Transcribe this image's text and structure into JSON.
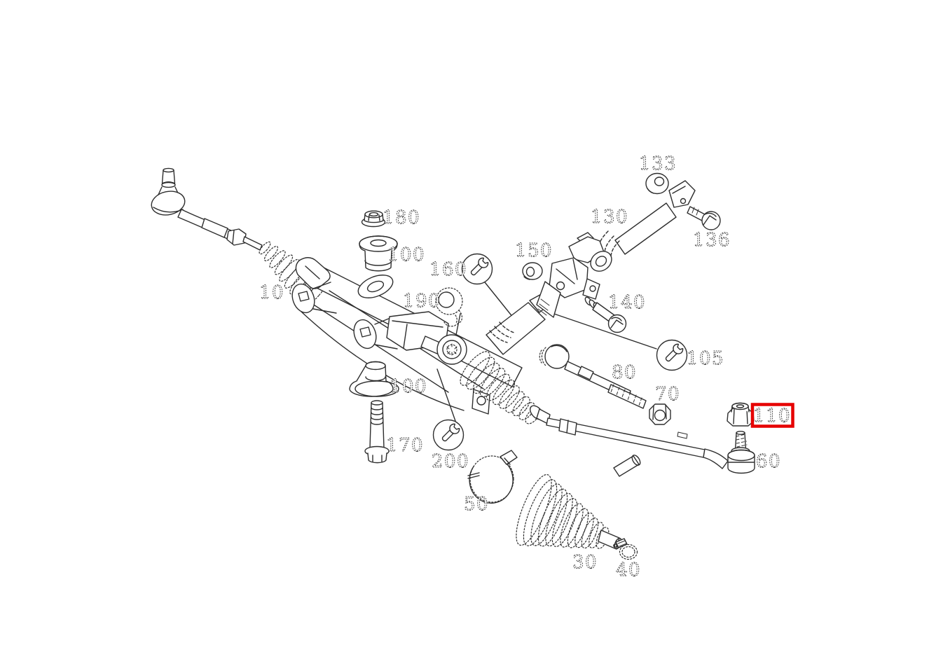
{
  "diagram": {
    "type": "exploded-parts-diagram",
    "background_color": "#ffffff",
    "line_color": "#2e2e2e",
    "highlight_color": "#e60000",
    "highlighted_part": "110",
    "callout_symbols": [
      {
        "icon": "wrench-in-circle-icon",
        "attached_to_label": "160"
      },
      {
        "icon": "wrench-in-circle-icon",
        "attached_to_label": "105"
      },
      {
        "icon": "wrench-in-circle-icon",
        "attached_to_label": "200"
      }
    ],
    "labels": [
      {
        "text": "10"
      },
      {
        "text": "30"
      },
      {
        "text": "40"
      },
      {
        "text": "50"
      },
      {
        "text": "60"
      },
      {
        "text": "70"
      },
      {
        "text": "80"
      },
      {
        "text": "100"
      },
      {
        "text": "100"
      },
      {
        "text": "105"
      },
      {
        "text": "110"
      },
      {
        "text": "130"
      },
      {
        "text": "133"
      },
      {
        "text": "136"
      },
      {
        "text": "140"
      },
      {
        "text": "150"
      },
      {
        "text": "160"
      },
      {
        "text": "170"
      },
      {
        "text": "180"
      },
      {
        "text": "190"
      },
      {
        "text": "200"
      }
    ]
  }
}
